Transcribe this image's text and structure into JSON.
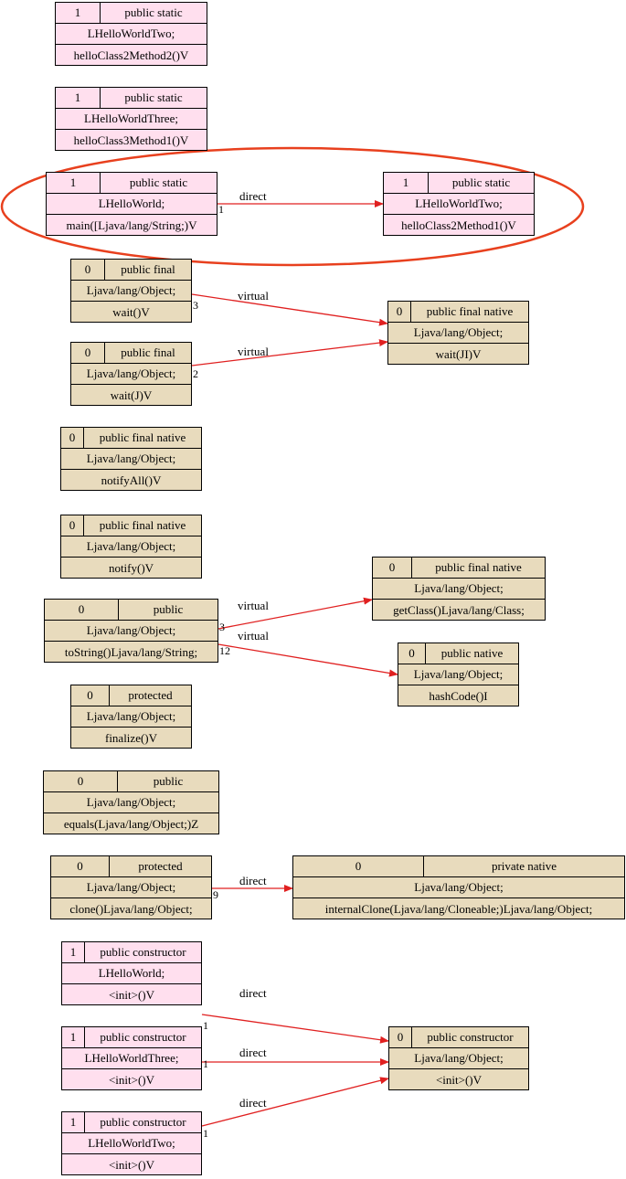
{
  "colors": {
    "app_node": "#ffdfee",
    "lib_node": "#e8dbbd",
    "edge": "#e02020",
    "highlight": "#e8401e"
  },
  "nodes": [
    {
      "id": "n1",
      "index": "1",
      "modifier": "public static",
      "cls": "LHelloWorldTwo;",
      "method": "helloClass2Method2()V"
    },
    {
      "id": "n2",
      "index": "1",
      "modifier": "public static",
      "cls": "LHelloWorldThree;",
      "method": "helloClass3Method1()V"
    },
    {
      "id": "n3",
      "index": "1",
      "modifier": "public static",
      "cls": "LHelloWorld;",
      "method": "main([Ljava/lang/String;)V"
    },
    {
      "id": "n4",
      "index": "1",
      "modifier": "public static",
      "cls": "LHelloWorldTwo;",
      "method": "helloClass2Method1()V"
    },
    {
      "id": "n5",
      "index": "0",
      "modifier": "public final",
      "cls": "Ljava/lang/Object;",
      "method": "wait()V"
    },
    {
      "id": "n6",
      "index": "0",
      "modifier": "public final native",
      "cls": "Ljava/lang/Object;",
      "method": "wait(JI)V"
    },
    {
      "id": "n7",
      "index": "0",
      "modifier": "public final",
      "cls": "Ljava/lang/Object;",
      "method": "wait(J)V"
    },
    {
      "id": "n8",
      "index": "0",
      "modifier": "public final native",
      "cls": "Ljava/lang/Object;",
      "method": "notifyAll()V"
    },
    {
      "id": "n9",
      "index": "0",
      "modifier": "public final native",
      "cls": "Ljava/lang/Object;",
      "method": "notify()V"
    },
    {
      "id": "n10",
      "index": "0",
      "modifier": "public final native",
      "cls": "Ljava/lang/Object;",
      "method": "getClass()Ljava/lang/Class;"
    },
    {
      "id": "n11",
      "index": "0",
      "modifier": "public",
      "cls": "Ljava/lang/Object;",
      "method": "toString()Ljava/lang/String;"
    },
    {
      "id": "n12",
      "index": "0",
      "modifier": "public native",
      "cls": "Ljava/lang/Object;",
      "method": "hashCode()I"
    },
    {
      "id": "n13",
      "index": "0",
      "modifier": "protected",
      "cls": "Ljava/lang/Object;",
      "method": "finalize()V"
    },
    {
      "id": "n14",
      "index": "0",
      "modifier": "public",
      "cls": "Ljava/lang/Object;",
      "method": "equals(Ljava/lang/Object;)Z"
    },
    {
      "id": "n15",
      "index": "0",
      "modifier": "protected",
      "cls": "Ljava/lang/Object;",
      "method": "clone()Ljava/lang/Object;"
    },
    {
      "id": "n16",
      "index": "0",
      "modifier": "private native",
      "cls": "Ljava/lang/Object;",
      "method": "internalClone(Ljava/lang/Cloneable;)Ljava/lang/Object;"
    },
    {
      "id": "n17",
      "index": "1",
      "modifier": "public constructor",
      "cls": "LHelloWorld;",
      "method": "<init>()V"
    },
    {
      "id": "n18",
      "index": "0",
      "modifier": "public constructor",
      "cls": "Ljava/lang/Object;",
      "method": "<init>()V"
    },
    {
      "id": "n19",
      "index": "1",
      "modifier": "public constructor",
      "cls": "LHelloWorldThree;",
      "method": "<init>()V"
    },
    {
      "id": "n20",
      "index": "1",
      "modifier": "public constructor",
      "cls": "LHelloWorldTwo;",
      "method": "<init>()V"
    }
  ],
  "edges": [
    {
      "from": "n3",
      "to": "n4",
      "label": "direct",
      "port": "1"
    },
    {
      "from": "n5",
      "to": "n6",
      "label": "virtual",
      "port": "3"
    },
    {
      "from": "n7",
      "to": "n6",
      "label": "virtual",
      "port": "2"
    },
    {
      "from": "n11",
      "to": "n10",
      "label": "virtual",
      "port": "3"
    },
    {
      "from": "n11",
      "to": "n12",
      "label": "virtual",
      "port": "12"
    },
    {
      "from": "n15",
      "to": "n16",
      "label": "direct",
      "port": "9"
    },
    {
      "from": "n17",
      "to": "n18",
      "label": "direct",
      "port": "1"
    },
    {
      "from": "n19",
      "to": "n18",
      "label": "direct",
      "port": "1"
    },
    {
      "from": "n20",
      "to": "n18",
      "label": "direct",
      "port": "1"
    }
  ]
}
